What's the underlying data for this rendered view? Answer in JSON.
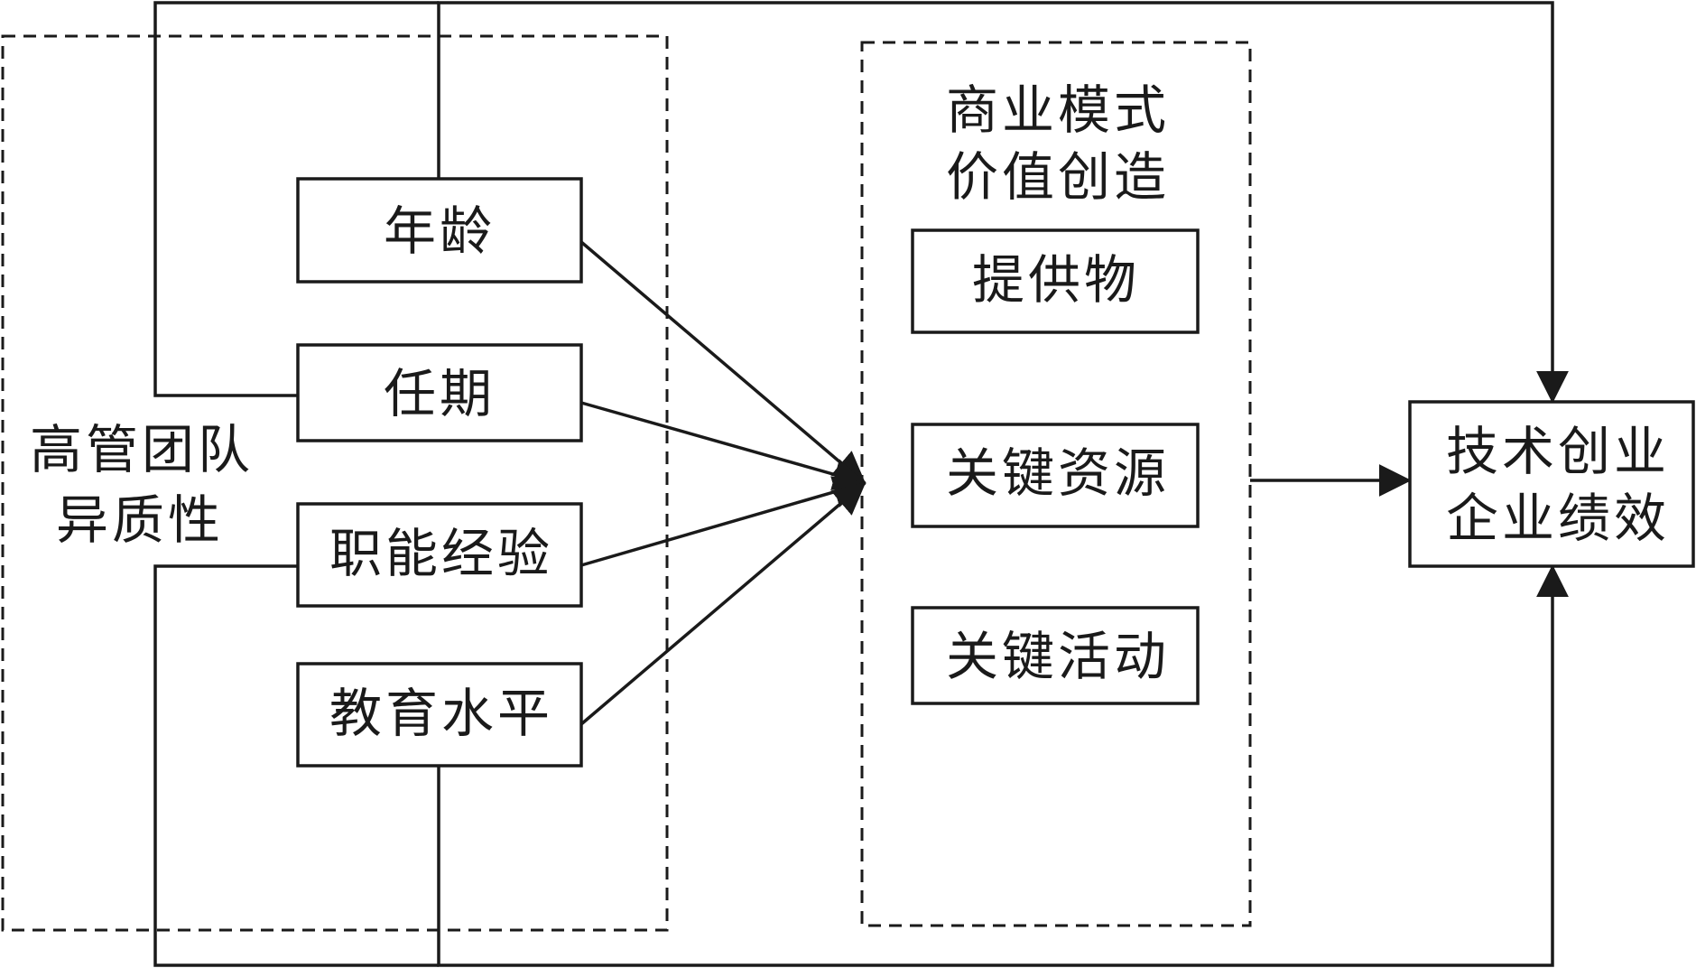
{
  "group_left": {
    "label_line1": "高管团队",
    "label_line2": "异质性"
  },
  "group_middle": {
    "label_line1": "商业模式",
    "label_line2": "价值创造"
  },
  "left_boxes": [
    {
      "label": "年龄"
    },
    {
      "label": "任期"
    },
    {
      "label": "职能经验"
    },
    {
      "label": "教育水平"
    }
  ],
  "middle_boxes": [
    {
      "label": "提供物"
    },
    {
      "label": "关键资源"
    },
    {
      "label": "关键活动"
    }
  ],
  "outcome": {
    "label_line1": "技术创业",
    "label_line2": "企业绩效"
  }
}
